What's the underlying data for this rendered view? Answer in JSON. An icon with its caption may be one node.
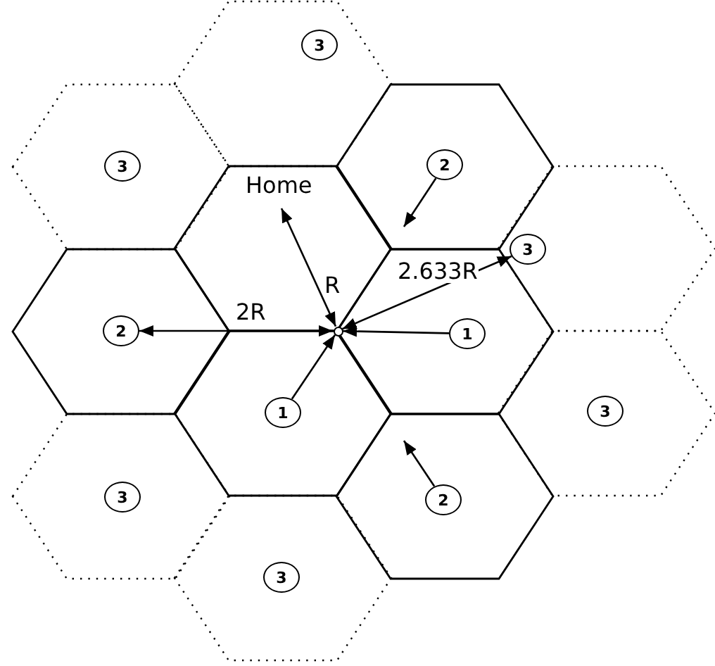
{
  "diagram": {
    "nodes": [
      {
        "text": [],
        "shape": "hexagon"
      },
      {
        "text": [
          "3"
        ],
        "in": 0
      },
      {
        "text": [],
        "shape": "hexagon"
      },
      {
        "text": [
          "3"
        ],
        "in": 2
      },
      {
        "text": [],
        "shape": "hexagon"
      },
      {
        "text": [
          "2"
        ],
        "in": 4
      },
      {
        "text": [
          "Home"
        ]
      },
      {
        "text": [],
        "shape": "hexagon"
      },
      {
        "text": [
          "3"
        ],
        "in": 7
      },
      {
        "text": [],
        "shape": "hexagon"
      },
      {
        "text": [
          "2"
        ],
        "in": 9
      },
      {
        "text": [],
        "shape": "circle"
      },
      {
        "text": [],
        "shape": "hexagon"
      },
      {
        "text": [
          "1"
        ],
        "in": 12
      },
      {
        "text": [],
        "shape": "hexagon"
      },
      {
        "text": [
          "1"
        ],
        "in": 14
      },
      {
        "text": [],
        "shape": "hexagon"
      },
      {
        "text": [
          "3"
        ],
        "in": 16
      },
      {
        "text": [],
        "shape": "hexagon"
      },
      {
        "text": [
          "3"
        ],
        "in": 18
      },
      {
        "text": [],
        "shape": "hexagon"
      },
      {
        "text": [
          "2"
        ],
        "in": 20
      },
      {
        "text": [],
        "shape": "hexagon"
      },
      {
        "text": [
          "3"
        ],
        "in": 22
      }
    ],
    "edges": [
      {
        "from": 15,
        "to": 11,
        "arrow": "to"
      },
      {
        "from": 13,
        "to": 11,
        "arrow": "to"
      },
      {
        "from": 5,
        "to": 4,
        "arrow": "to"
      },
      {
        "from": 21,
        "to": 20,
        "arrow": "to"
      },
      {
        "from": 10,
        "to": 11,
        "arrow": "both",
        "label": "2R"
      },
      {
        "from": 6,
        "to": 11,
        "arrow": "both",
        "label": "R"
      },
      {
        "from": 11,
        "to": 8,
        "arrow": "both",
        "label": "2.633R"
      }
    ]
  }
}
